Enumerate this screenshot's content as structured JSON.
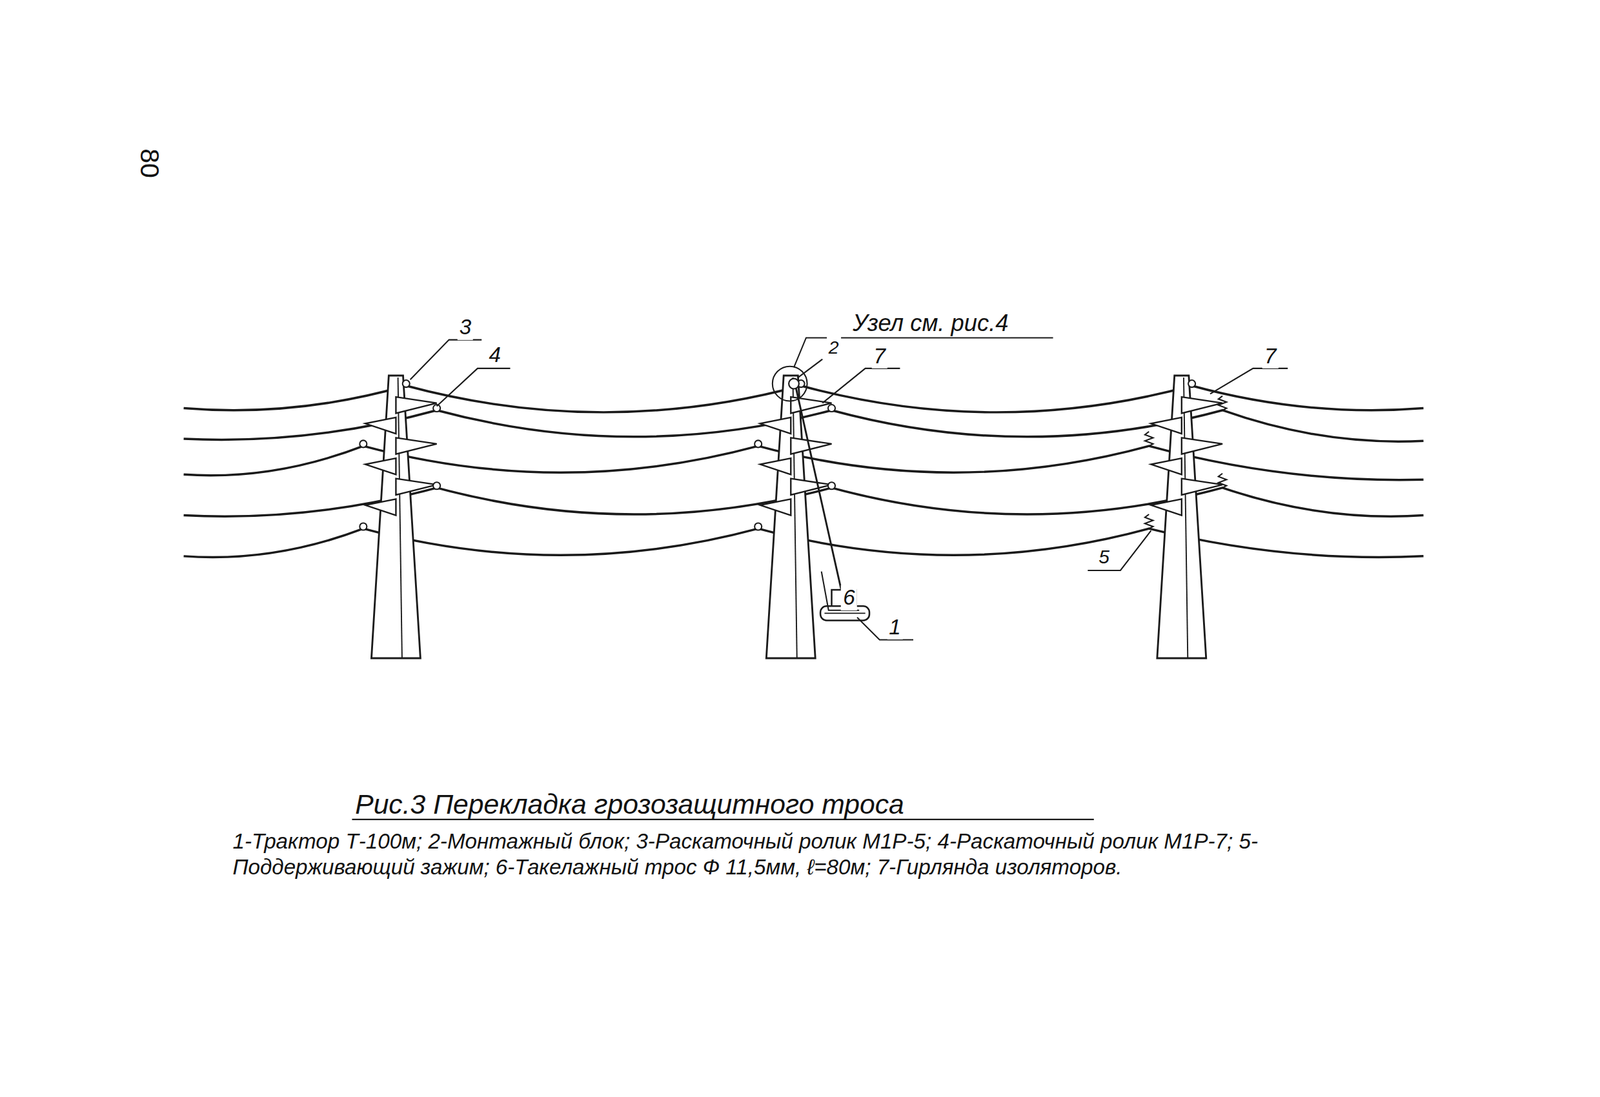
{
  "diagram": {
    "caption": "Рис.3 Перекладка грозозащитного троса",
    "labels": [
      "80",
      "3",
      "4",
      "Узел см. рис.4",
      "2",
      "7",
      "7",
      "6",
      "1",
      "5",
      "1-Трактор Т-100м; 2-Монтажный блок; 3-Раскаточный ролик М1Р-5; 4-Раскаточный ролик М1Р-7; 5-Поддерживающий зажим; 6-Такелажный трос Ф 11,5мм, ℓ=80м; 7-Гирлянда изоляторов."
    ]
  }
}
